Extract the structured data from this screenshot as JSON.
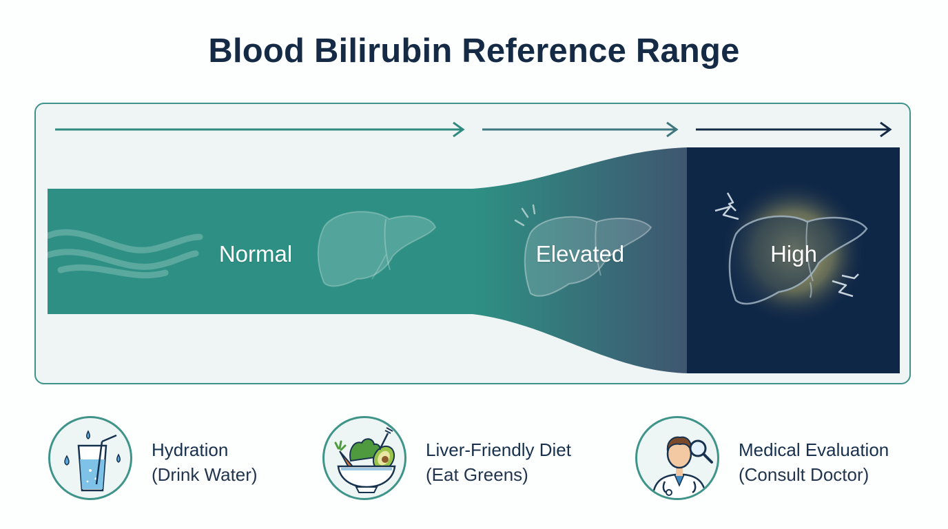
{
  "title": "Blood Bilirubin Reference Range",
  "zones": [
    {
      "label": "Normal",
      "color": "#2e9084"
    },
    {
      "label": "Elevated",
      "color": "#4c6c7e"
    },
    {
      "label": "High",
      "color": "#0f2747"
    }
  ],
  "tips": [
    {
      "title": "Hydration",
      "subtitle": "(Drink Water)",
      "icon": "water-glass-icon"
    },
    {
      "title": "Liver-Friendly Diet",
      "subtitle": "(Eat Greens)",
      "icon": "salad-bowl-icon"
    },
    {
      "title": "Medical Evaluation",
      "subtitle": "(Consult Doctor)",
      "icon": "doctor-icon"
    }
  ],
  "colors": {
    "title": "#152a45",
    "frame_border": "#3e9289",
    "frame_background": "#eef5f4",
    "accent_teal": "#2e9084",
    "dark_navy": "#0f2747"
  }
}
